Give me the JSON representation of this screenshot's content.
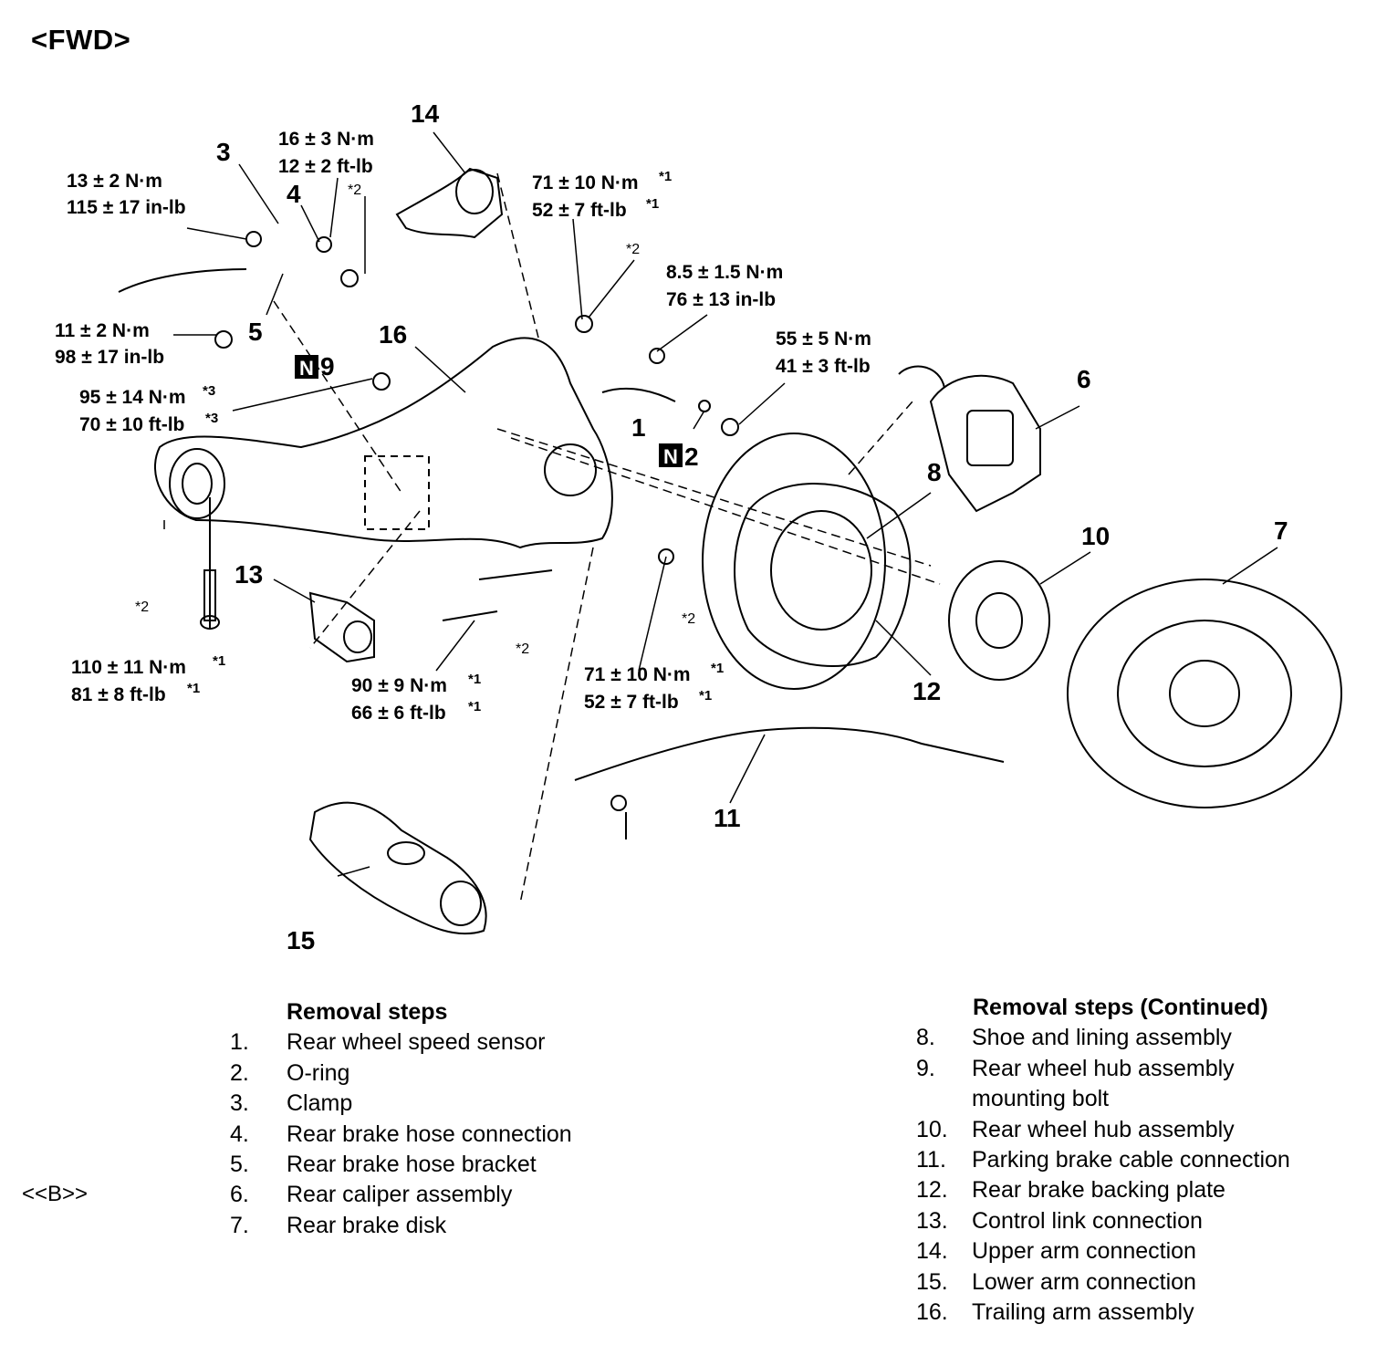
{
  "header": {
    "fwd": "<FWD>"
  },
  "callouts": {
    "c1": "1",
    "c3": "3",
    "c4": "4",
    "c5": "5",
    "c6": "6",
    "c7": "7",
    "c8": "8",
    "c10": "10",
    "c11": "11",
    "c12": "12",
    "c13": "13",
    "c14": "14",
    "c15": "15",
    "c16": "16"
  },
  "badges": {
    "n9": {
      "letter": "N",
      "num": "9"
    },
    "n2": {
      "letter": "N",
      "num": "2"
    }
  },
  "torques": {
    "t_16": {
      "nm": "16 ± 3 N·m",
      "imp": "12 ± 2 ft-lb"
    },
    "t_13": {
      "nm": "13 ± 2 N·m",
      "imp": "115 ± 17 in-lb"
    },
    "t_71a": {
      "nm": "71 ± 10 N·m",
      "imp": "52 ± 7 ft-lb",
      "sup": "*1"
    },
    "t_85": {
      "nm": "8.5 ± 1.5 N·m",
      "imp": "76 ± 13 in-lb"
    },
    "t_11": {
      "nm": "11 ± 2 N·m",
      "imp": "98 ± 17 in-lb"
    },
    "t_55": {
      "nm": "55 ± 5 N·m",
      "imp": "41 ± 3 ft-lb"
    },
    "t_95": {
      "nm": "95 ± 14 N·m",
      "imp": "70 ± 10 ft-lb",
      "sup": "*3"
    },
    "t_110": {
      "nm": "110 ± 11 N·m",
      "imp": "81 ± 8 ft-lb",
      "sup": "*1"
    },
    "t_90": {
      "nm": "90 ± 9 N·m",
      "imp": "66 ± 6 ft-lb",
      "sup": "*1"
    },
    "t_71b": {
      "nm": "71 ± 10 N·m",
      "imp": "52 ± 7 ft-lb",
      "sup": "*1"
    }
  },
  "notes": {
    "star2": "*2"
  },
  "removal_left": {
    "heading": "Removal steps",
    "items": [
      {
        "num": "1.",
        "text": "Rear wheel speed sensor"
      },
      {
        "num": "2.",
        "text": "O-ring"
      },
      {
        "num": "3.",
        "text": "Clamp"
      },
      {
        "num": "4.",
        "text": "Rear brake hose connection"
      },
      {
        "num": "5.",
        "text": "Rear brake hose bracket"
      },
      {
        "num": "6.",
        "text": "Rear caliper assembly"
      },
      {
        "num": "7.",
        "text": "Rear brake disk"
      }
    ]
  },
  "removal_right": {
    "heading": "Removal steps (Continued)",
    "items": [
      {
        "num": "8.",
        "text": "Shoe and lining assembly"
      },
      {
        "num": "9.",
        "text": "Rear wheel hub assembly",
        "text2": "mounting bolt"
      },
      {
        "num": "10.",
        "text": "Rear wheel hub assembly"
      },
      {
        "num": "11.",
        "text": "Parking brake cable connection"
      },
      {
        "num": "12.",
        "text": "Rear brake backing plate"
      },
      {
        "num": "13.",
        "text": "Control link connection"
      },
      {
        "num": "14.",
        "text": "Upper arm connection"
      },
      {
        "num": "15.",
        "text": "Lower arm connection"
      },
      {
        "num": "16.",
        "text": "Trailing arm assembly"
      }
    ]
  },
  "side_marks": {
    "b": "<<B>>"
  }
}
